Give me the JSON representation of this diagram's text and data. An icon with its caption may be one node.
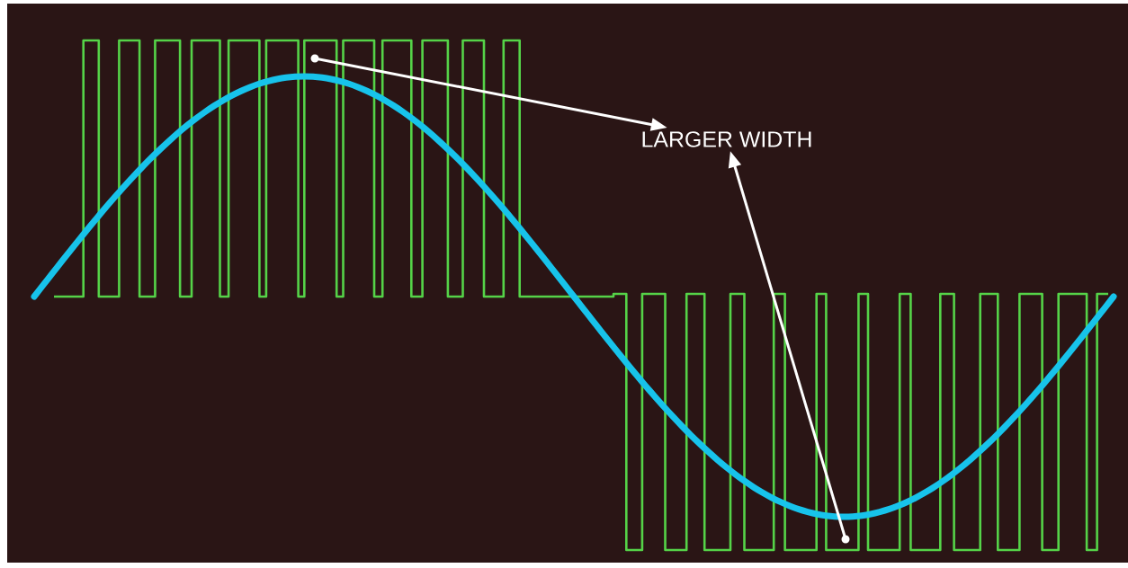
{
  "diagram": {
    "nodes": [
      {
        "text": [
          "LARGER WIDTH"
        ]
      },
      {
        "text": [],
        "shape": "circle"
      },
      {
        "text": [],
        "shape": "circle"
      }
    ],
    "edges": [
      {
        "from": 1,
        "to": 0,
        "arrow": "to"
      },
      {
        "from": 2,
        "to": 0,
        "arrow": "to"
      }
    ]
  }
}
